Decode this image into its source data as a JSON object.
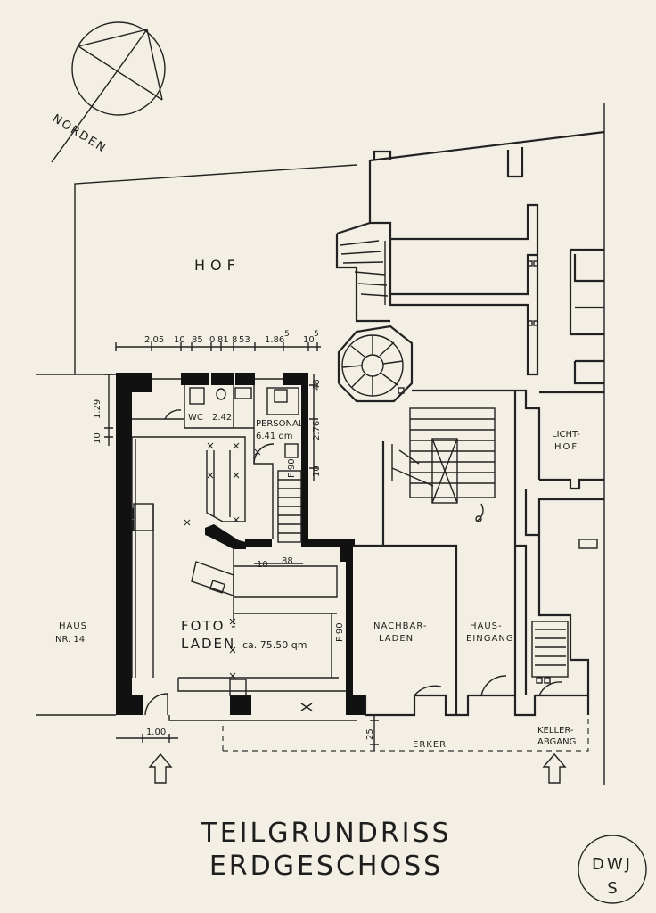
{
  "title": {
    "line1": "TEILGRUNDRISS",
    "line2": "ERDGESCHOSS"
  },
  "north_label": "NORDEN",
  "stamp": {
    "line1": "DWJ",
    "line2": "S"
  },
  "rooms": {
    "hof": "HOF",
    "wc": "WC",
    "wc_dim": "2.42",
    "personal": "PERSONAL",
    "personal_area": "6.41 qm",
    "foto_line1": "FOTO -",
    "foto_line2": "LADEN",
    "foto_area": "ca. 75.50 qm",
    "nachbar_line1": "NACHBAR-",
    "nachbar_line2": "LADEN",
    "haus_eingang_line1": "HAUS-",
    "haus_eingang_line2": "EINGANG",
    "lichthof_line1": "LICHT-",
    "lichthof_line2": "HOF",
    "haus14_line1": "HAUS",
    "haus14_line2": "NR. 14",
    "erker": "ERKER",
    "keller_line1": "KELLER-",
    "keller_line2": "ABGANG"
  },
  "doors": {
    "f90_a": "F 90",
    "f90_b": "F 90"
  },
  "dimensions": {
    "top_chain": [
      "2.05",
      "10",
      "85",
      "0",
      "81",
      "8",
      "53",
      "1.86",
      "5",
      "10",
      "5"
    ],
    "left_129": "1.29",
    "left_10": "10",
    "d_276": "2.76",
    "d_48": "48",
    "d_10b": "10",
    "d_10c": "10",
    "d_88": "88",
    "d_100": "1.00",
    "d_25": "25"
  }
}
